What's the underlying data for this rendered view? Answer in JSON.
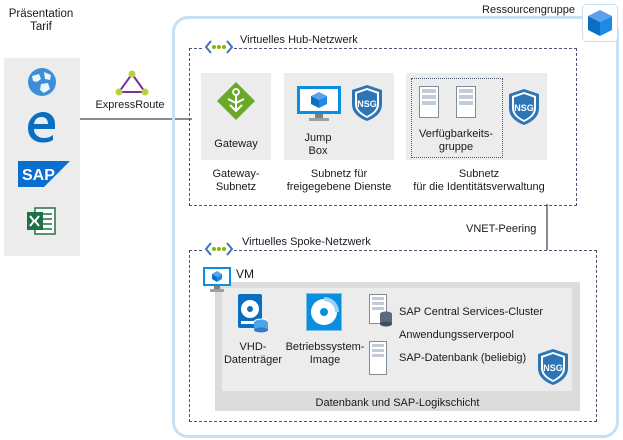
{
  "presentation": {
    "title": "Präsentation\nTarif",
    "icons": [
      "globe-icon",
      "edge-browser-icon",
      "sap-logo-icon",
      "excel-icon"
    ],
    "sap_logo_text": "SAP"
  },
  "expressroute": {
    "label": "ExpressRoute"
  },
  "resource_group": {
    "label": "Ressourcengruppe"
  },
  "hub": {
    "title": "Virtuelles Hub-Netzwerk",
    "gateway": {
      "label": "Gateway",
      "caption": "Gateway-\nSubnetz"
    },
    "jumpbox": {
      "label": "Jump\nBox",
      "nsg": "NSG",
      "caption": "Subnetz für\nfreigegebene Dienste"
    },
    "identity": {
      "avset_label": "Verfügbarkeits-\ngruppe",
      "nsg": "NSG",
      "caption": "Subnetz\nfür die Identitätsverwaltung"
    }
  },
  "peering": {
    "label": "VNET-Peering"
  },
  "spoke": {
    "title": "Virtuelles Spoke-Netzwerk",
    "vm_label": "VM",
    "vhd": "VHD-\nDatenträger",
    "os_image": "Betriebssystem-\nImage",
    "server1": "SAP Central Services-Cluster",
    "server2": "Anwendungsserverpool",
    "server3": "SAP-Datenbank (beliebig)",
    "nsg": "NSG",
    "tier_label": "Datenbank und SAP-Logikschicht"
  },
  "colors": {
    "azure_blue": "#0078d4",
    "outline_blue": "#c7e0f4",
    "dash": "#4a5670",
    "panel": "#ececec",
    "expressroute": "#7a2e9b",
    "gateway_green": "#6aa827",
    "excel_green": "#1e7145"
  }
}
